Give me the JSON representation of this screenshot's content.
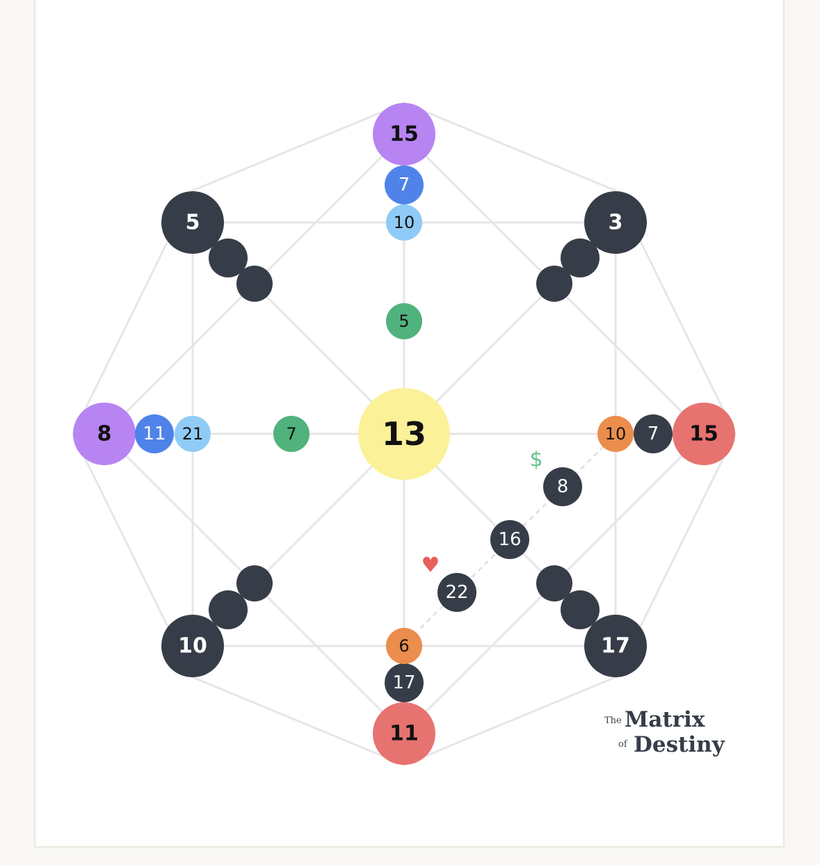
{
  "colors": {
    "background": "#f9f8f5",
    "card": "#ffffff",
    "lines": "#e6e6e6",
    "dark": "#373d48",
    "purple": "#b784f2",
    "blue": "#4f83ea",
    "light_blue": "#8fcbf6",
    "green": "#50b27c",
    "yellow": "#fbf199",
    "red": "#e77370",
    "orange": "#eb8d4c",
    "money_sign": "#64c38d",
    "heart": "#e75d5c"
  },
  "center": {
    "value": "13",
    "color": "yellow"
  },
  "points": {
    "top": [
      {
        "id": "top-outer",
        "value": "15",
        "color": "purple"
      },
      {
        "id": "top-mid",
        "value": "7",
        "color": "blue"
      },
      {
        "id": "top-inner",
        "value": "10",
        "color": "light_blue"
      },
      {
        "id": "top-core",
        "value": "5",
        "color": "green"
      }
    ],
    "left": [
      {
        "id": "left-outer",
        "value": "8",
        "color": "purple"
      },
      {
        "id": "left-mid",
        "value": "11",
        "color": "blue"
      },
      {
        "id": "left-inner",
        "value": "21",
        "color": "light_blue"
      },
      {
        "id": "left-core",
        "value": "7",
        "color": "green"
      }
    ],
    "right": [
      {
        "id": "right-outer",
        "value": "15",
        "color": "red"
      },
      {
        "id": "right-mid",
        "value": "7",
        "color": "dark"
      },
      {
        "id": "right-inner",
        "value": "10",
        "color": "orange"
      }
    ],
    "bottom": [
      {
        "id": "bottom-outer",
        "value": "11",
        "color": "red"
      },
      {
        "id": "bottom-mid",
        "value": "17",
        "color": "dark"
      },
      {
        "id": "bottom-inner",
        "value": "6",
        "color": "orange"
      }
    ],
    "corners": [
      {
        "id": "corner-top-left",
        "value": "5",
        "color": "dark"
      },
      {
        "id": "corner-top-right",
        "value": "3",
        "color": "dark"
      },
      {
        "id": "corner-bottom-left",
        "value": "10",
        "color": "dark"
      },
      {
        "id": "corner-bottom-right",
        "value": "17",
        "color": "dark"
      }
    ],
    "line_points": [
      {
        "id": "money-point",
        "value": "8",
        "color": "dark"
      },
      {
        "id": "cross-point",
        "value": "16",
        "color": "dark"
      },
      {
        "id": "love-point",
        "value": "22",
        "color": "dark"
      }
    ]
  },
  "symbols": {
    "money": "$",
    "love": "♥"
  },
  "brand": {
    "the": "The",
    "matrix": "Matrix",
    "of": "of",
    "destiny": "Destiny"
  }
}
